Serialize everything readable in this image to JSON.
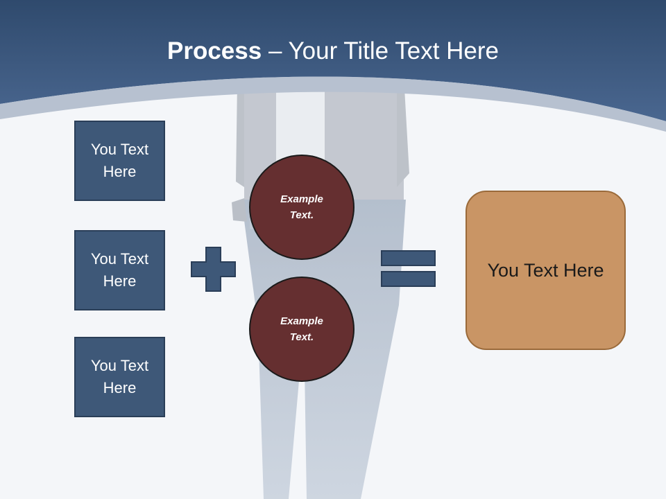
{
  "slide": {
    "title_bold": "Process",
    "title_rest": " – Your Title Text Here",
    "inputs": [
      {
        "label_line1": "You Text",
        "label_line2": "Here"
      },
      {
        "label_line1": "You Text",
        "label_line2": "Here"
      },
      {
        "label_line1": "You Text",
        "label_line2": "Here"
      }
    ],
    "circles": [
      {
        "line1": "Example",
        "line2": "Text."
      },
      {
        "line1": "Example",
        "line2": "Text."
      }
    ],
    "result_label": "You Text Here"
  },
  "colors": {
    "header": "#3d5a80",
    "box": "#3e5878",
    "circle": "#652f30",
    "result": "#c99565"
  }
}
